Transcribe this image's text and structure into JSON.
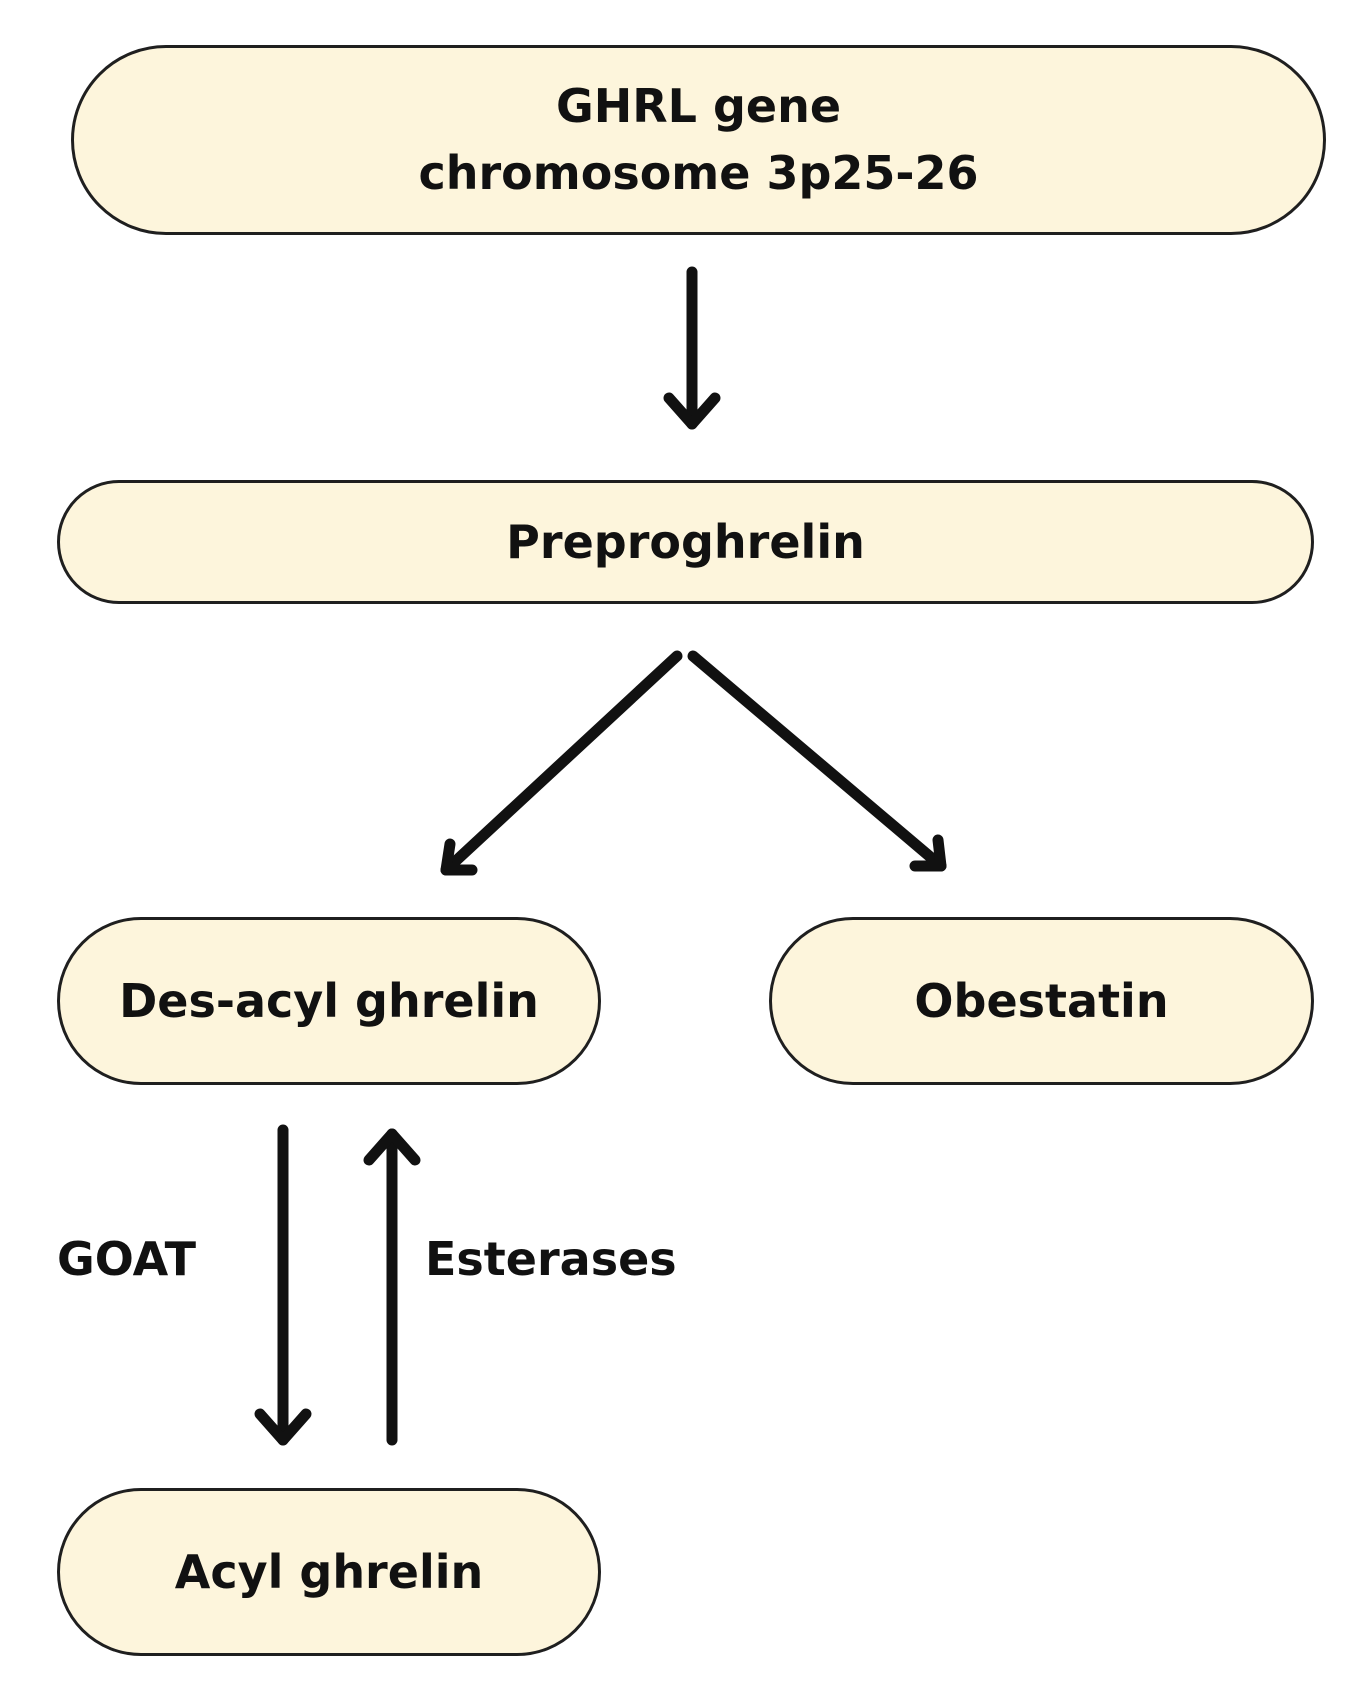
{
  "nodes": {
    "gene": {
      "line1": "GHRL gene",
      "line2": "chromosome 3p25-26"
    },
    "preproghrelin": {
      "label": "Preproghrelin"
    },
    "desacyl": {
      "label": "Des-acyl ghrelin"
    },
    "obestatin": {
      "label": "Obestatin"
    },
    "acyl": {
      "label": "Acyl ghrelin"
    }
  },
  "edge_labels": {
    "goat": "GOAT",
    "esterases": "Esterases"
  },
  "colors": {
    "node_fill": "#fdf5dc",
    "stroke": "#1f1f1f",
    "text": "#111111"
  }
}
